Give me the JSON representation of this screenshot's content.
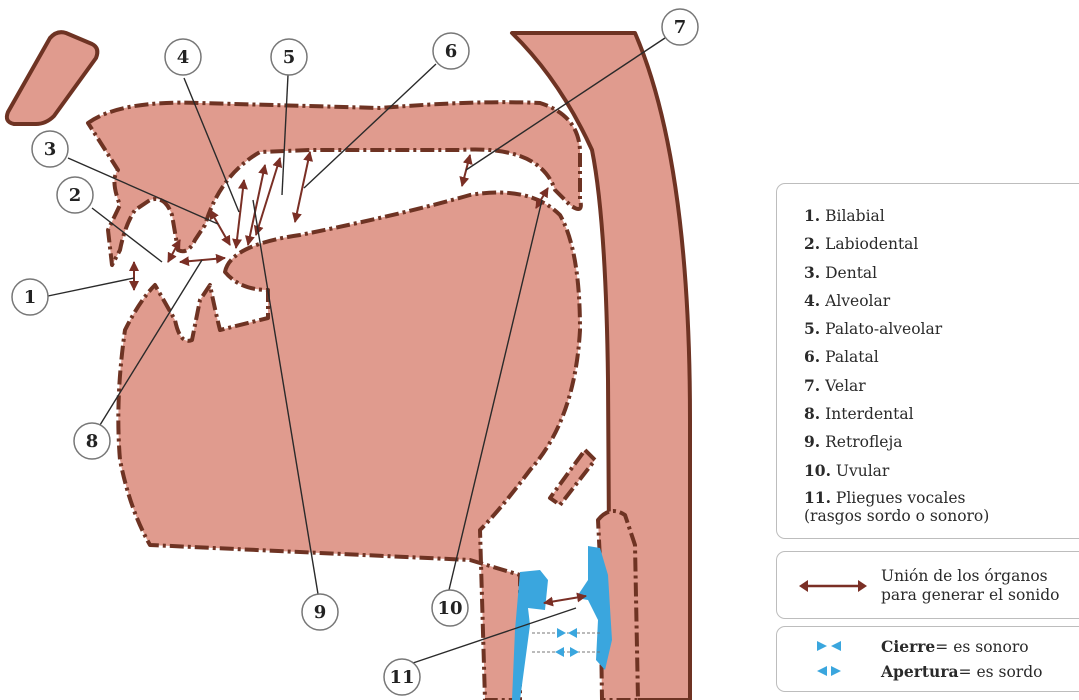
{
  "markers": [
    "1",
    "2",
    "3",
    "4",
    "5",
    "6",
    "7",
    "8",
    "9",
    "10",
    "11"
  ],
  "legend": {
    "items": [
      {
        "num": "1.",
        "label": "Bilabial"
      },
      {
        "num": "2.",
        "label": "Labiodental"
      },
      {
        "num": "3.",
        "label": "Dental"
      },
      {
        "num": "4.",
        "label": "Alveolar"
      },
      {
        "num": "5.",
        "label": "Palato-alveolar"
      },
      {
        "num": "6.",
        "label": "Palatal"
      },
      {
        "num": "7.",
        "label": "Velar"
      },
      {
        "num": "8.",
        "label": "Interdental"
      },
      {
        "num": "9.",
        "label": "Retrofleja"
      },
      {
        "num": "10.",
        "label": "Uvular"
      },
      {
        "num": "11.",
        "label": "Pliegues vocales"
      }
    ],
    "item11_sub": "(rasgos sordo o sonoro)",
    "arrow_line1": "Unión de los órganos",
    "arrow_line2": "para generar el sonido",
    "closure_bold": "Cierre",
    "closure_rest": "= es sonoro",
    "opening_bold": "Apertura",
    "opening_rest": "= es sordo"
  },
  "colors": {
    "tissue": "#e09b8e",
    "outline": "#6e3323",
    "arrow": "#7a2f25",
    "vocal_folds": "#3aa6de"
  }
}
